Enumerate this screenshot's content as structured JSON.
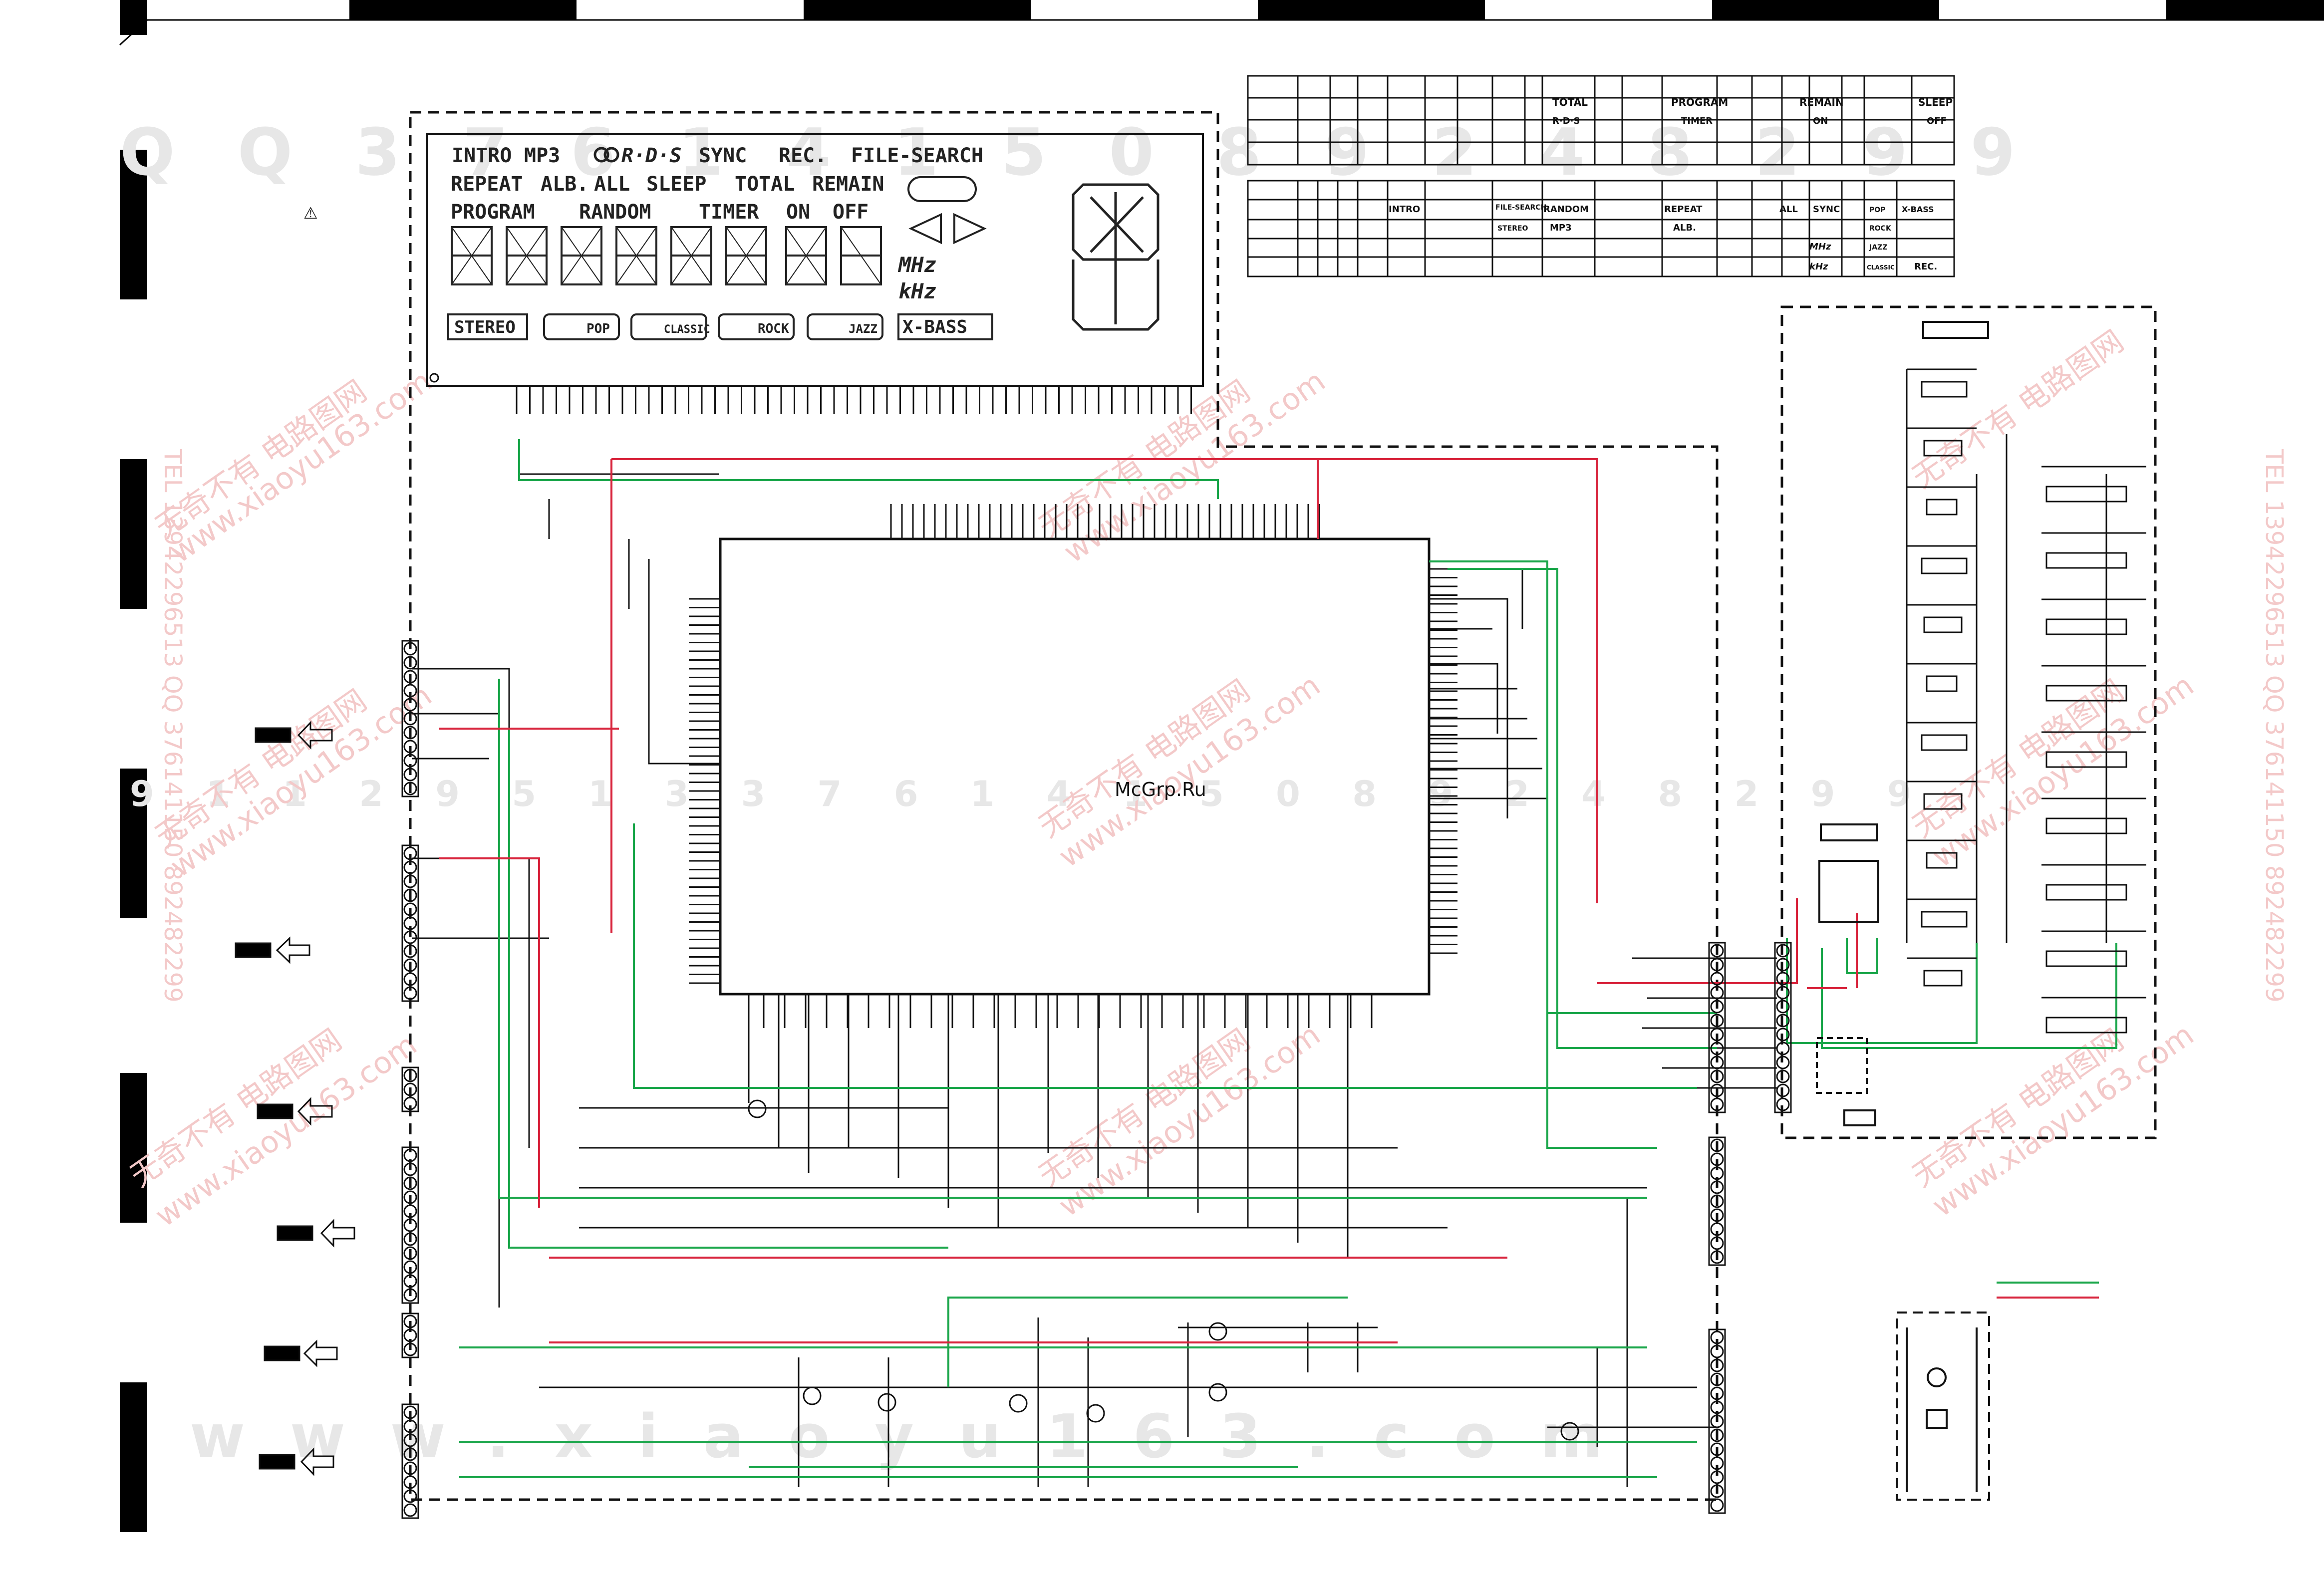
{
  "page": {
    "logo": "McGrp.Ru",
    "watermark_code": "Q Q 3 7 6 1 4 1 5 0 8 9 2 4 8 2 9 9",
    "watermark_code_mid": "9 1 1 2 9 5 1 3 3 7 6 1 4 1 5 0 8 9 2 4 8 2 9 9",
    "watermark_site": "www.xiaoyu163.com",
    "watermark_cn": "无奇不有 电路图网",
    "watermark_tel": "TEL 13942296513 QQ 376141150 892482299",
    "warning_symbol": "⚠"
  },
  "lcd": {
    "row1": [
      "INTRO",
      "MP3",
      "R·D·S",
      "SYNC",
      "REC.",
      "FILE-SEARCH"
    ],
    "row2": [
      "REPEAT",
      "ALB.",
      "ALL",
      "SLEEP",
      "TOTAL",
      "REMAIN"
    ],
    "row3": [
      "PROGRAM",
      "RANDOM",
      "TIMER",
      "ON",
      "OFF"
    ],
    "units": [
      "MHz",
      "kHz"
    ],
    "bottom": [
      "STEREO",
      "POP",
      "CLASSIC",
      "ROCK",
      "JAZZ",
      "X-BASS"
    ]
  },
  "segment_table_top": {
    "headers": [
      "TOTAL",
      "PROGRAM",
      "REMAIN",
      "SLEEP"
    ],
    "row2": [
      "R·D·S",
      "TIMER",
      "ON",
      "OFF"
    ]
  },
  "segment_table_bottom": {
    "headers": [
      "INTRO",
      "FILE-SEARCH",
      "RANDOM",
      "REPEAT",
      "ALL",
      "SYNC",
      "POP",
      "X-BASS"
    ],
    "row2": [
      "STEREO",
      "MP3",
      "ALB.",
      "ROCK"
    ],
    "row3": [
      "MHz",
      "JAZZ"
    ],
    "row4": [
      "kHz",
      "CLASSIC",
      "REC."
    ]
  },
  "colors": {
    "line": "#111111",
    "green": "#1aa64a",
    "red": "#d8243c",
    "watermark": "#e5e5e5"
  }
}
